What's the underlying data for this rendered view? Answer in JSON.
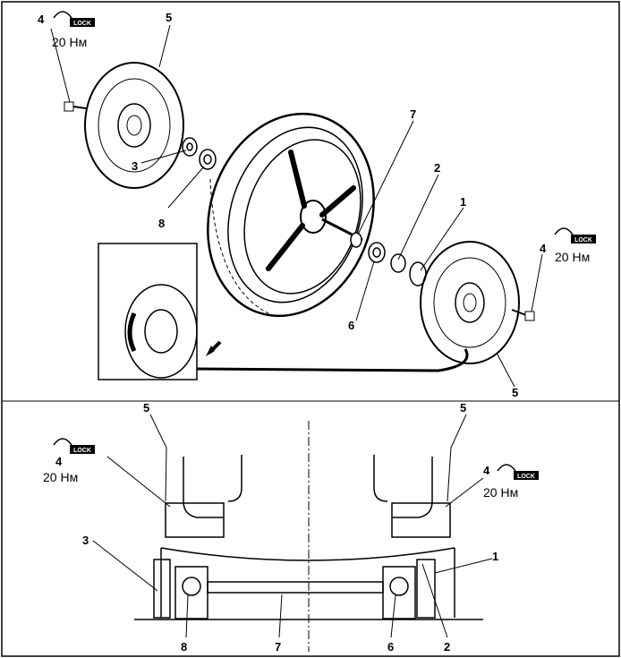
{
  "callouts": {
    "n1": "1",
    "n2": "2",
    "n3": "3",
    "n4": "4",
    "n5": "5",
    "n6": "6",
    "n7": "7",
    "n8": "8"
  },
  "torque": "20 Нм",
  "lock_text": "LOCK",
  "icons": [
    "lock-icon",
    "arrow-icon"
  ]
}
